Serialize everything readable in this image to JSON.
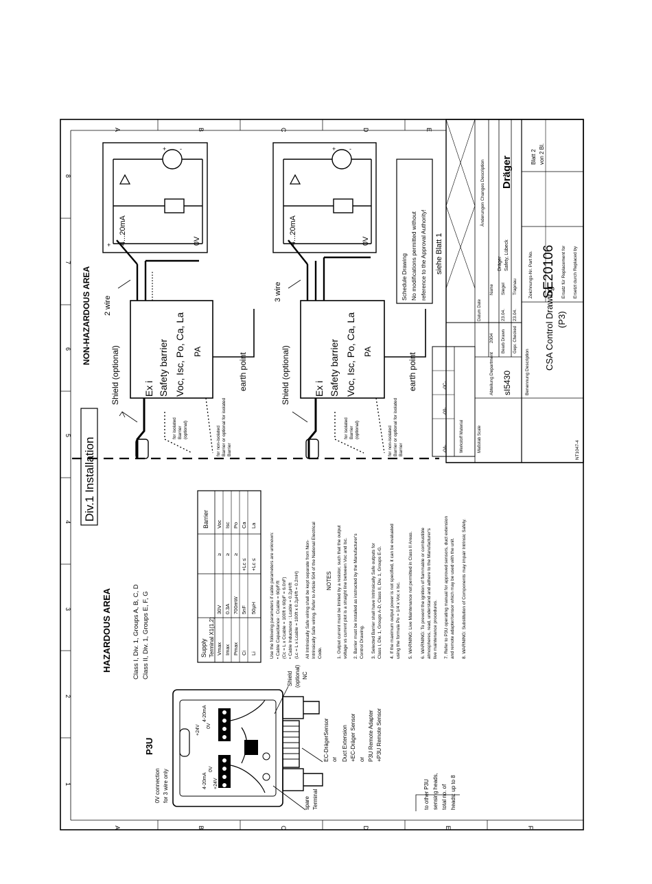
{
  "zone_letters": [
    "A",
    "B",
    "C",
    "D",
    "E",
    "F"
  ],
  "zone_numbers": [
    "1",
    "2",
    "3",
    "4",
    "5",
    "6",
    "7",
    "8"
  ],
  "title_installation": "Div.1 Installation",
  "hazardous": {
    "title": "HAZARDOUS AREA",
    "class_line1": "Class I, Div. 1, Groups A, B, C, D",
    "class_line2": "Class II, Div. 1, Groups E, F, G"
  },
  "nonhazardous_title": "NON-HAZARDOUS AREA",
  "p3u": {
    "title": "P3U",
    "ov_note_1": "0V connection",
    "ov_note_2": "for 3 wire only",
    "pin_labels_left": [
      "4-20mA",
      "0V",
      "+24V"
    ],
    "pin_labels_right": [
      "+24V",
      "0V",
      "4-20mA"
    ],
    "shield_1": "Shield",
    "shield_2": "(optional)",
    "shield_3": "NC",
    "spare_1": "spare",
    "spare_2": "Terminal"
  },
  "sensors": [
    "EC-DrägerSensor",
    "or",
    "Duct Extension",
    "+EC-Dräger Sensor",
    "or",
    "P3U Remote Adapter",
    "+P3U Remote Sensor"
  ],
  "other_heads": [
    "to other P3U",
    "sensing heads,",
    "total no. of",
    "heads: up to 8"
  ],
  "params_table": {
    "headers": [
      "Supply",
      "",
      "Barrier"
    ],
    "subheader": "Terminal X1(1,2)",
    "rows": [
      [
        "Vmax",
        "30V",
        "≥",
        "Voc"
      ],
      [
        "Imax",
        "0.3A",
        "≥",
        "Isc"
      ],
      [
        "Pmax",
        "700mW",
        "≥",
        "Po"
      ],
      [
        "Ci",
        "5nF",
        "+Lc ≤",
        "Ca"
      ],
      [
        "Li",
        "50µH",
        "+Lc ≤",
        "La"
      ]
    ]
  },
  "cable_notes": [
    "Use the following parameters if cable parameters are unknown:",
    "• Cable Capacitance : Ccable = 60pF/ft",
    "  (Cc = L x Ccable = 100ft x 60pF = 6.0nF)",
    "• Cable Inductance : Lcable = 0.2µH/ft",
    "  (Lc = L x Lcable = 100ft x 0.2µH/ft = 0.2mH)"
  ],
  "wiring_note": [
    "All Intrinsically Safe wiring shall be kept separate from Non-",
    "Intrinsically Safe wiring. Refer to Article 504 of the National Electrical",
    "Code."
  ],
  "notes_title": "NOTES",
  "notes": [
    "1. Output current must be limited by a resistor, such that the output",
    "   voltage vs current plot is a straight line between Voc and Isc.",
    "2. Barrier must be installed as instructed by the Manufacturer's",
    "   Control Drawing.",
    "3. Selected Barrier shall have Intrinsically Safe outputs for",
    "   Class I, Div. 1, Groups A-D, Class II, Div. 1, Groups E-G.",
    "4. If the maximum output power is not specified, it can be evaluated",
    "   using the formula Po = 1/4 x Voc x Isc.",
    "5. WARNING: Live Maintenance not permitted in Class II Areas.",
    "6. WARNING: To prevent the ignition of flammable or combustible",
    "   atmospheres, read, understand and adhere to the Manufacturer's",
    "   live maintenance procedures.",
    "7. Refer to P3U operating manual for approved sensors, duct extension",
    "   and remote adapter/sensor which may be used with the unit.",
    "8. WARNING: Substitution of Components may impair Intrinsic Safety."
  ],
  "barrier": {
    "shield": "Shield (optional)",
    "ex": "Ex i",
    "name": "Safety barrier",
    "params": "Voc, Isc, Po, Ca, La",
    "pa": "PA",
    "earth": "earth point",
    "isolated_1": "for isolated",
    "isolated_2": "Barrier",
    "isolated_3": "(optional)",
    "non_isolated_1": "for non-isolated",
    "non_isolated_2": "Barrier or optional for isolated",
    "non_isolated_3": "Barrier",
    "wire_2": "2 wire",
    "wire_3": "3 wire",
    "ma": "4...20mA",
    "ov": "0V",
    "plus": "+",
    "minus": "-"
  },
  "schedule": {
    "l1": "Schedule Drawing",
    "l2": "No modifications permitted without",
    "l3": "reference to the Approval Authority!",
    "siehe": "siehe Blatt 1"
  },
  "title_block": {
    "title": "CSA Control Drawing",
    "subtitle": "(P3)",
    "part_label": "Zeichnungs-Nr. Part No.",
    "part_no": "SE20106",
    "sheet_label": "Blatt 2",
    "sheet_of": "von 2 Bl.",
    "company_1": "Dräger",
    "company_2": "Safety, Lübeck",
    "brand": "Dräger",
    "department_label": "Abteilung Department",
    "department": "sI5430",
    "bearb": "Bearb Drawn",
    "gepr": "Gepr. Checked",
    "name_label": "Name",
    "name_1": "Siegel",
    "name_2": "Trapnau",
    "date_label": "Datum Date",
    "date_1": "23.04.",
    "date_2": "23.04.",
    "year": "2004",
    "designation_label": "Benennung Description",
    "material_label": "Werkstoff Material",
    "scale_label": "Maßstab Scale",
    "changes_label": "Änderungen Changes Description",
    "replace_1": "Ersatz für Replacement for",
    "replace_2": "Ersetzt durch Replaced by",
    "codes": [
      "-0A-",
      "-00-",
      "-0C-"
    ],
    "ref": "NT1047-4"
  }
}
